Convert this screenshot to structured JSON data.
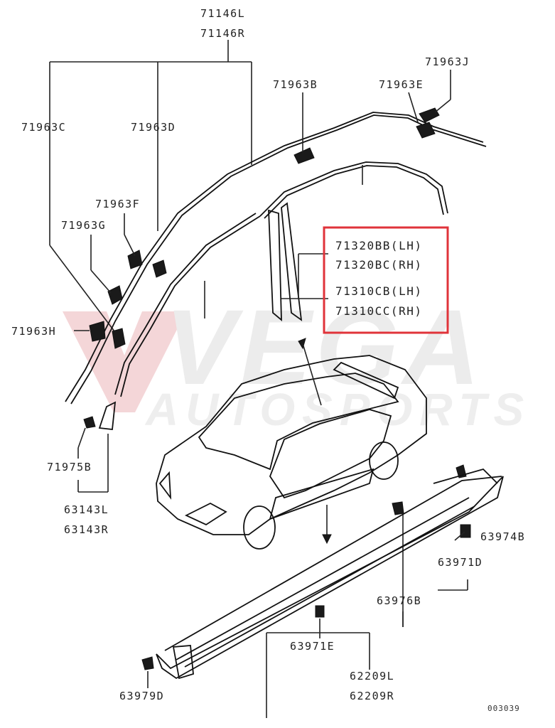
{
  "labels": {
    "top1": "71146L",
    "top2": "71146R",
    "c71963J": "71963J",
    "c71963B": "71963B",
    "c71963E": "71963E",
    "c71963C": "71963C",
    "c71963D": "71963D",
    "c71963F": "71963F",
    "c71963G": "71963G",
    "c71963H": "71963H",
    "c71975B": "71975B",
    "c63143L": "63143L",
    "c63143R": "63143R",
    "c63974B": "63974B",
    "c63971D": "63971D",
    "c63976B": "63976B",
    "c63971E": "63971E",
    "c62209L": "62209L",
    "c62209R": "62209R",
    "c63979D": "63979D",
    "ref": "003039"
  },
  "highlight": {
    "line1": "71320BB(LH)",
    "line2": "71320BC(RH)",
    "line3": "71310CB(LH)",
    "line4": "71310CC(RH)",
    "border_color": "#e0333a"
  },
  "watermark": {
    "word": "VEGA",
    "sub": "AUTOSPORTS",
    "color": "#e8e8e8",
    "logo_color": "#f3d2d4"
  }
}
